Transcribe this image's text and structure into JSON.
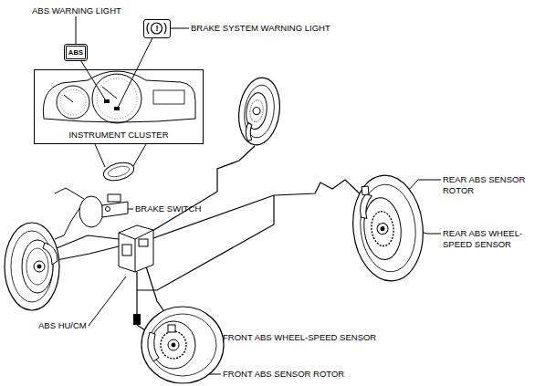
{
  "diagram": {
    "nodes": [
      {
        "text": [
          "ABS"
        ]
      },
      {
        "text": [
          "!"
        ]
      },
      {
        "text": [
          "INSTRUMENT CLUSTER"
        ]
      }
    ],
    "edges": [
      {
        "from": 0,
        "to": 2,
        "arrow": "none"
      },
      {
        "from": 1,
        "to": 2,
        "arrow": "none"
      }
    ],
    "labels": [
      "ABS WARNING LIGHT",
      "BRAKE SYSTEM WARNING LIGHT",
      "BRAKE SWITCH",
      "ABS HU/CM",
      "FRONT ABS WHEEL-SPEED SENSOR",
      "FRONT ABS SENSOR ROTOR",
      "REAR ABS SENSOR ROTOR",
      "REAR ABS WHEEL- SPEED SENSOR"
    ]
  }
}
